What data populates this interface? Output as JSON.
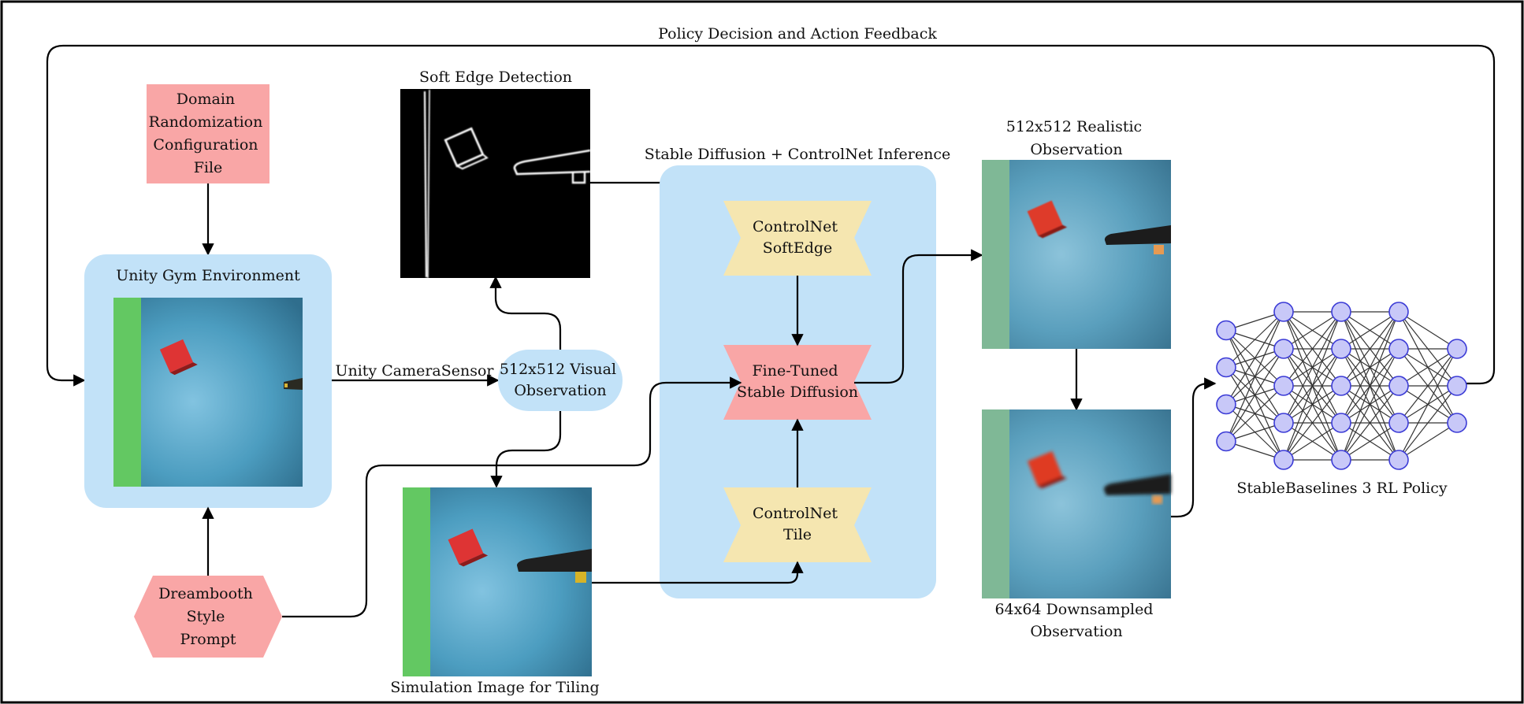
{
  "labels": {
    "feedback": "Policy Decision and Action Feedback",
    "domain_rand": [
      "Domain",
      "Randomization",
      "Configuration",
      "File"
    ],
    "unity_env": "Unity Gym Environment",
    "camera_sensor": "Unity CameraSensor",
    "visual_obs": [
      "512x512 Visual",
      "Observation"
    ],
    "soft_edge_title": "Soft Edge Detection",
    "sim_tile_title": "Simulation Image for Tiling",
    "dreambooth": [
      "Dreambooth",
      "Style",
      "Prompt"
    ],
    "sd_group": "Stable Diffusion + ControlNet Inference",
    "cn_softedge": [
      "ControlNet",
      "SoftEdge"
    ],
    "fine_tuned": [
      "Fine-Tuned",
      "Stable Diffusion"
    ],
    "cn_tile": [
      "ControlNet",
      "Tile"
    ],
    "realistic_obs": [
      "512x512 Realistic",
      "Observation"
    ],
    "downsampled_obs": [
      "64x64 Downsampled",
      "Observation"
    ],
    "policy": "StableBaselines 3 RL Policy"
  },
  "colors": {
    "light_blue": "#c2e2f8",
    "pink": "#f9a6a6",
    "yellow": "#f5e6b0",
    "node_fill": "#c8c8f8",
    "node_stroke": "#3b3bd6"
  },
  "neural_network": {
    "layers": [
      4,
      5,
      5,
      5,
      3
    ]
  }
}
